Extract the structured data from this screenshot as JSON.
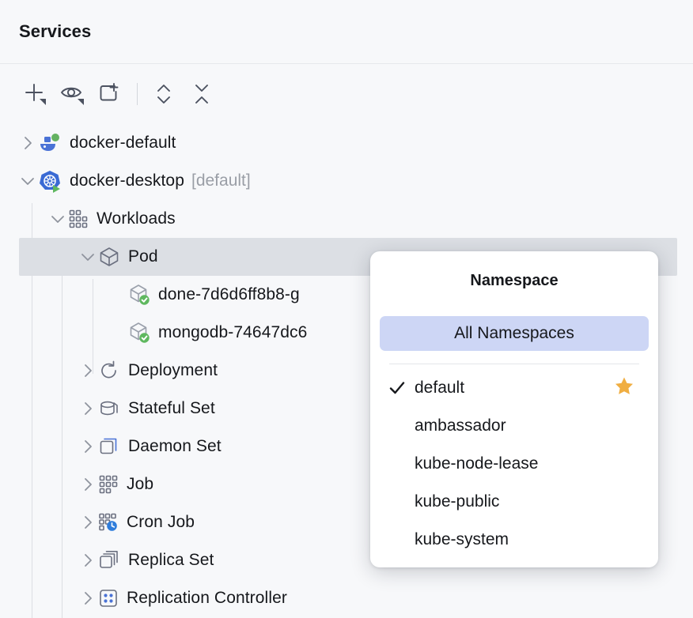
{
  "header": {
    "title": "Services"
  },
  "toolbar": {
    "buttons": [
      {
        "name": "add-service-button",
        "icon": "plus-dropdown-icon",
        "tooltip": "Add Service"
      },
      {
        "name": "show-hide-button",
        "icon": "eye-dropdown-icon",
        "tooltip": "Show/Hide"
      },
      {
        "name": "new-tab-button",
        "icon": "add-tab-icon",
        "tooltip": "New Tab"
      },
      {
        "name": "expand-collapse-button",
        "icon": "chevron-updown-icon",
        "tooltip": "Expand/Collapse"
      },
      {
        "name": "collapse-all-button",
        "icon": "collapse-all-icon",
        "tooltip": "Collapse All"
      }
    ]
  },
  "tree": {
    "nodes": [
      {
        "label": "docker-default",
        "sub": "",
        "icon": "docker-whale-icon",
        "indent": 0,
        "expanded": false,
        "selected": false,
        "chevron": "right"
      },
      {
        "label": "docker-desktop",
        "sub": "[default]",
        "icon": "kubernetes-running-icon",
        "indent": 0,
        "expanded": true,
        "selected": false,
        "chevron": "down"
      },
      {
        "label": "Workloads",
        "sub": "",
        "icon": "workloads-grid-icon",
        "indent": 1,
        "expanded": true,
        "selected": false,
        "chevron": "down"
      },
      {
        "label": "Pod",
        "sub": "",
        "icon": "pod-cube-icon",
        "indent": 2,
        "expanded": true,
        "selected": true,
        "chevron": "down"
      },
      {
        "label": "done-7d6d6ff8b8-g",
        "sub": "",
        "icon": "pod-running-icon",
        "indent": 3,
        "expanded": false,
        "selected": false,
        "chevron": "none"
      },
      {
        "label": "mongodb-74647dc6",
        "sub": "",
        "icon": "pod-running-icon",
        "indent": 3,
        "expanded": false,
        "selected": false,
        "chevron": "none"
      },
      {
        "label": "Deployment",
        "sub": "",
        "icon": "deployment-refresh-icon",
        "indent": 2,
        "expanded": false,
        "selected": false,
        "chevron": "right"
      },
      {
        "label": "Stateful Set",
        "sub": "",
        "icon": "stateful-set-db-icon",
        "indent": 2,
        "expanded": false,
        "selected": false,
        "chevron": "right"
      },
      {
        "label": "Daemon Set",
        "sub": "",
        "icon": "daemon-set-icon",
        "indent": 2,
        "expanded": false,
        "selected": false,
        "chevron": "right"
      },
      {
        "label": "Job",
        "sub": "",
        "icon": "job-grid-icon",
        "indent": 2,
        "expanded": false,
        "selected": false,
        "chevron": "right"
      },
      {
        "label": "Cron Job",
        "sub": "",
        "icon": "cron-job-clock-icon",
        "indent": 2,
        "expanded": false,
        "selected": false,
        "chevron": "right"
      },
      {
        "label": "Replica Set",
        "sub": "",
        "icon": "replica-set-icon",
        "indent": 2,
        "expanded": false,
        "selected": false,
        "chevron": "right"
      },
      {
        "label": "Replication Controller",
        "sub": "",
        "icon": "replication-controller-icon",
        "indent": 2,
        "expanded": false,
        "selected": false,
        "chevron": "right"
      }
    ]
  },
  "popup": {
    "title": "Namespace",
    "all_namespaces_label": "All Namespaces",
    "items": [
      {
        "label": "default",
        "checked": true,
        "starred": true
      },
      {
        "label": "ambassador",
        "checked": false,
        "starred": false
      },
      {
        "label": "kube-node-lease",
        "checked": false,
        "starred": false
      },
      {
        "label": "kube-public",
        "checked": false,
        "starred": false
      },
      {
        "label": "kube-system",
        "checked": false,
        "starred": false
      }
    ]
  },
  "colors": {
    "background": "#f7f8fa",
    "selection": "#dcdfe4",
    "highlight": "#cdd6f5",
    "star": "#f0ae42",
    "docker_blue": "#4a72d6",
    "status_green": "#5fb85f",
    "k8s_blue": "#3a6ad4",
    "icon_gray": "#6b7080"
  }
}
